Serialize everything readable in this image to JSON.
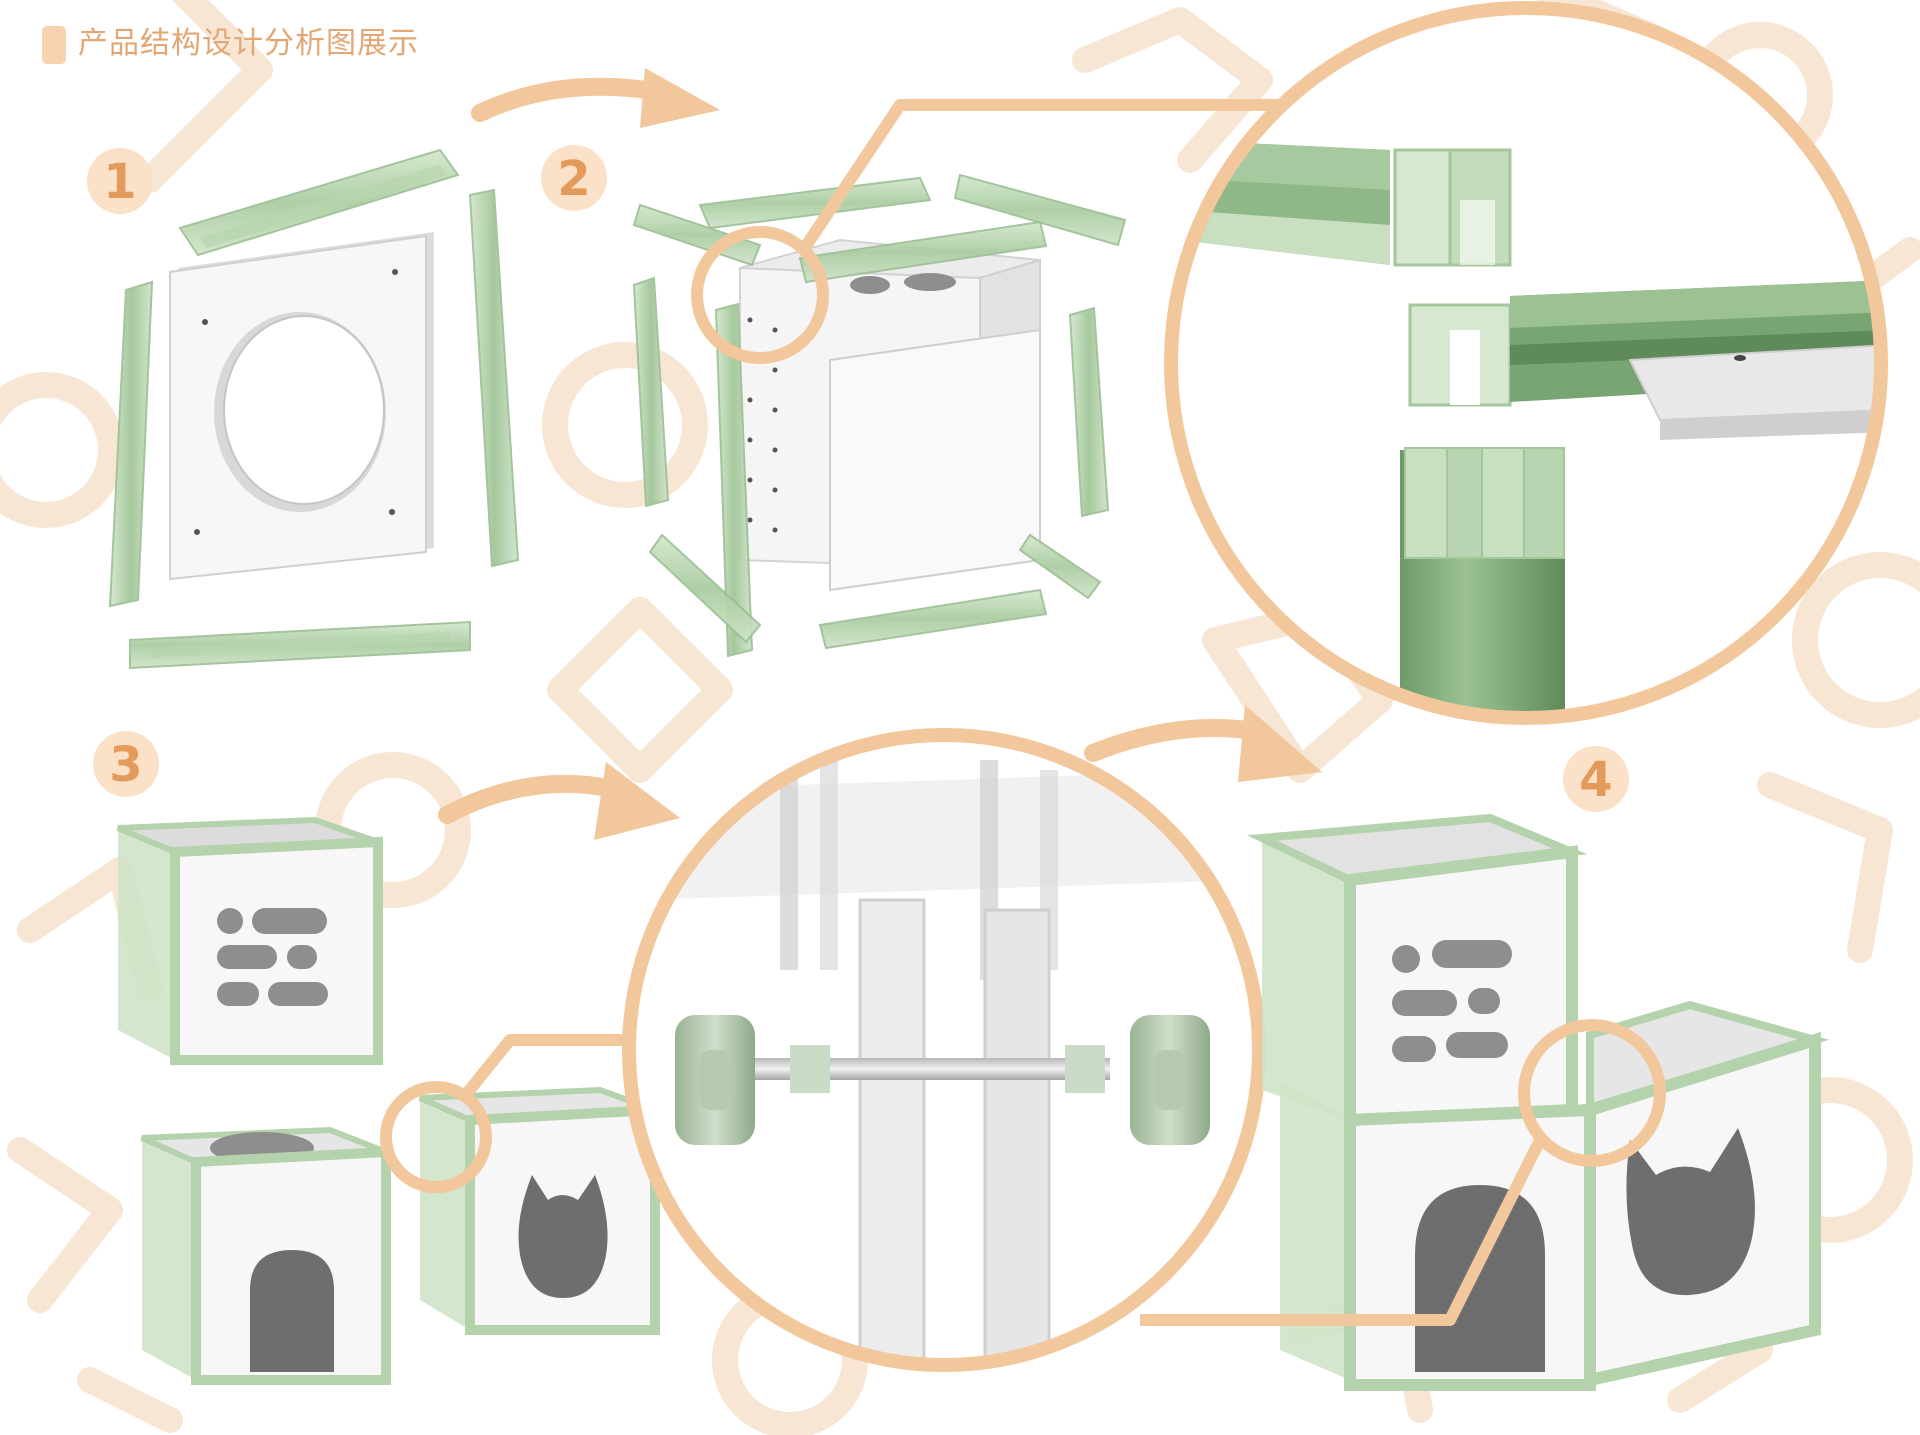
{
  "header": {
    "title": "产品结构设计分析图展示"
  },
  "steps": [
    {
      "number": "1"
    },
    {
      "number": "2"
    },
    {
      "number": "3"
    },
    {
      "number": "4"
    }
  ],
  "colors": {
    "accent": "#f2c79b",
    "accent_text": "#e49a5a",
    "title_text": "#e3a774",
    "frame_green": "#b9d6ae",
    "frame_green_dark": "#8fb788",
    "panel_white": "#f7f7f7",
    "panel_shadow": "#d9d9d9",
    "hole_gray": "#8e8e8e",
    "pattern": "#f7e6d3"
  },
  "icons": {
    "arrow": "curved-arrow-icon",
    "magnifier": "zoom-circle-icon"
  }
}
